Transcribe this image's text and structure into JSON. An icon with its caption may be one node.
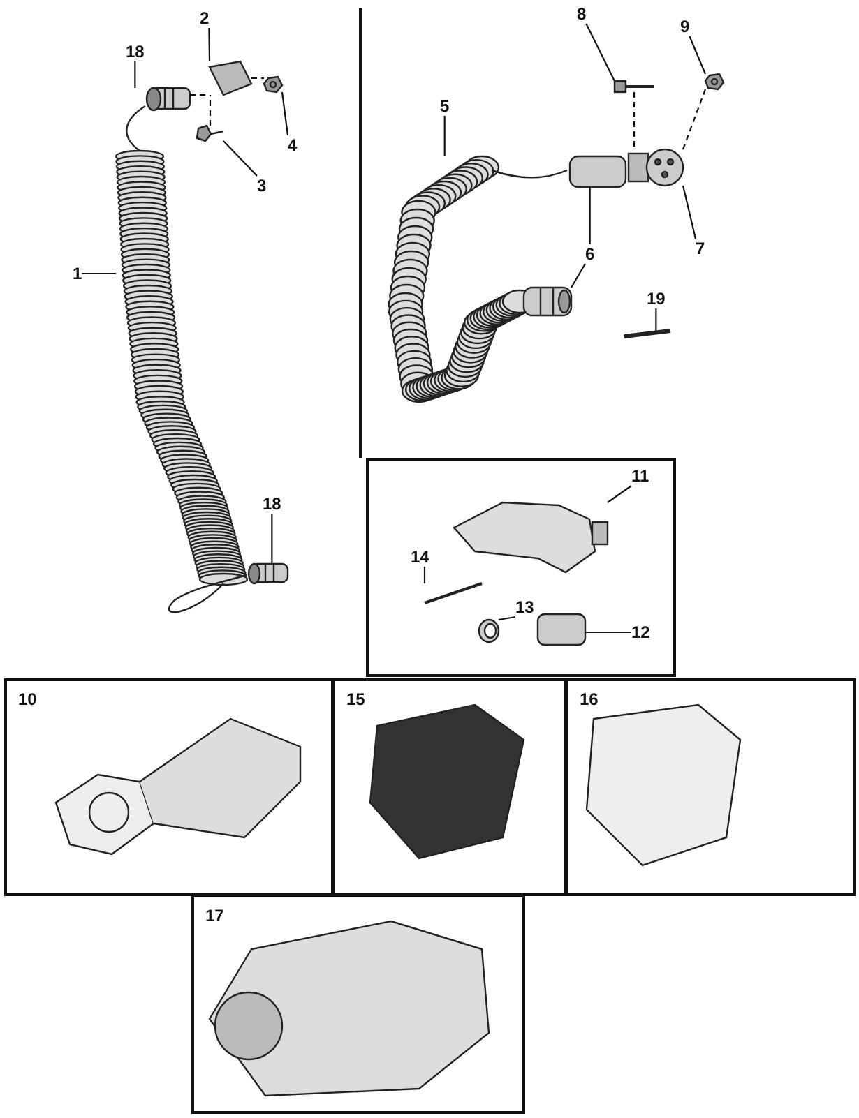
{
  "diagram": {
    "nodes": [
      {
        "text": [
          "2"
        ]
      },
      {
        "text": [],
        "shape": "picture"
      },
      {
        "text": [
          "18"
        ]
      },
      {
        "text": [],
        "shape": "picture"
      },
      {
        "text": [],
        "shape": "picture"
      },
      {
        "text": [
          "4"
        ]
      },
      {
        "text": [],
        "shape": "picture"
      },
      {
        "text": [
          "3"
        ]
      },
      {
        "text": [
          "1"
        ]
      },
      {
        "text": [],
        "shape": "picture"
      },
      {
        "text": [
          "18"
        ]
      },
      {
        "text": [],
        "shape": "picture"
      },
      {
        "text": [
          "8"
        ]
      },
      {
        "text": [],
        "shape": "picture"
      },
      {
        "text": [
          "9"
        ]
      },
      {
        "text": [],
        "shape": "picture"
      },
      {
        "text": [
          "5"
        ]
      },
      {
        "text": [],
        "shape": "picture"
      },
      {
        "text": [],
        "shape": "picture"
      },
      {
        "text": [],
        "shape": "picture"
      },
      {
        "text": [
          "6"
        ]
      },
      {
        "text": [
          "7"
        ]
      },
      {
        "text": [],
        "shape": "picture"
      },
      {
        "text": [
          "19"
        ]
      },
      {
        "text": [],
        "shape": "picture"
      },
      {
        "text": [],
        "shape": "box"
      },
      {
        "text": [
          "11"
        ],
        "in": 25
      },
      {
        "text": [],
        "shape": "picture",
        "in": 25
      },
      {
        "text": [
          "14"
        ],
        "in": 25
      },
      {
        "text": [],
        "shape": "picture",
        "in": 25
      },
      {
        "text": [
          "13"
        ],
        "in": 25
      },
      {
        "text": [],
        "shape": "picture",
        "in": 25
      },
      {
        "text": [
          "12"
        ],
        "in": 25
      },
      {
        "text": [],
        "shape": "picture",
        "in": 25
      },
      {
        "text": [
          "10"
        ]
      },
      {
        "text": [
          "15"
        ]
      },
      {
        "text": [
          "16"
        ]
      },
      {
        "text": [
          "17"
        ]
      }
    ],
    "edges": [
      {
        "from": 0,
        "to": 1,
        "arrow": "none"
      },
      {
        "from": 2,
        "to": 3,
        "arrow": "none"
      },
      {
        "from": 5,
        "to": 4,
        "arrow": "none"
      },
      {
        "from": 7,
        "to": 6,
        "arrow": "none"
      },
      {
        "from": 8,
        "to": 9,
        "arrow": "none"
      },
      {
        "from": 10,
        "to": 11,
        "arrow": "none"
      },
      {
        "from": 12,
        "to": 13,
        "arrow": "none"
      },
      {
        "from": 14,
        "to": 15,
        "arrow": "none"
      },
      {
        "from": 16,
        "to": 17,
        "arrow": "none"
      },
      {
        "from": 20,
        "to": 18,
        "arrow": "none"
      },
      {
        "from": 20,
        "to": 22,
        "arrow": "none"
      },
      {
        "from": 21,
        "to": 19,
        "arrow": "none"
      },
      {
        "from": 23,
        "to": 24,
        "arrow": "none"
      },
      {
        "from": 26,
        "to": 27,
        "arrow": "none"
      },
      {
        "from": 28,
        "to": 29,
        "arrow": "none"
      },
      {
        "from": 30,
        "to": 31,
        "arrow": "none"
      },
      {
        "from": 32,
        "to": 33,
        "arrow": "none"
      },
      {
        "from": 3,
        "to": 1,
        "arrow": "none",
        "style": "dashed"
      },
      {
        "from": 6,
        "to": 1,
        "arrow": "none",
        "style": "dashed"
      },
      {
        "from": 1,
        "to": 4,
        "arrow": "none",
        "style": "dashed"
      },
      {
        "from": 13,
        "to": 19,
        "arrow": "none",
        "style": "dashed"
      },
      {
        "from": 15,
        "to": 19,
        "arrow": "none",
        "style": "dashed"
      }
    ]
  }
}
